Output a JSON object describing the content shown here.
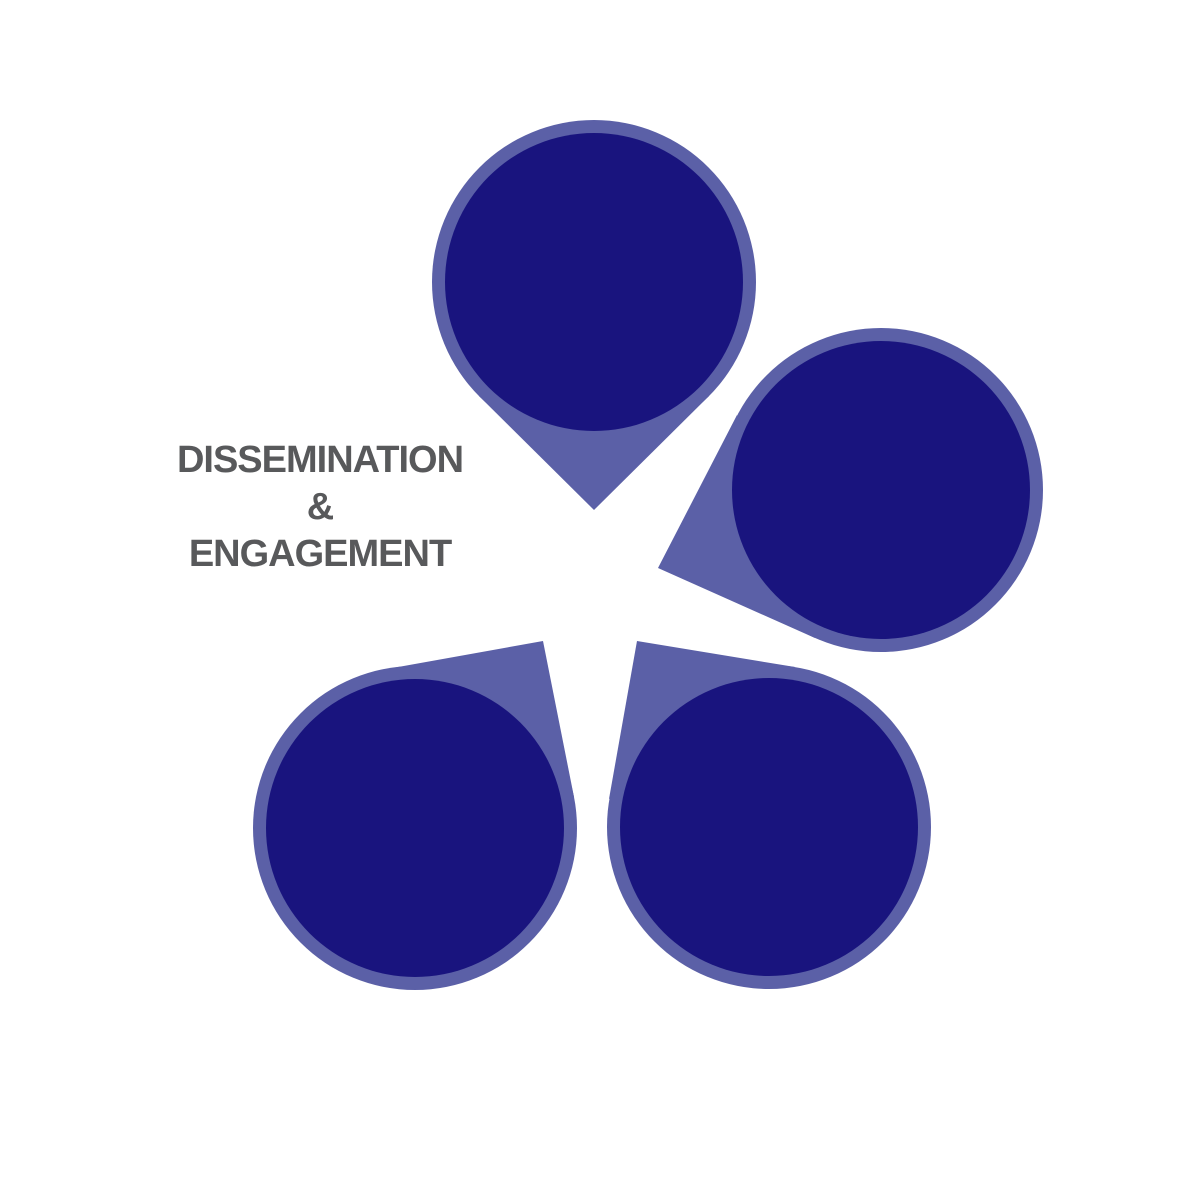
{
  "figure": {
    "type": "petal-pinwheel-diagram",
    "petal_count": 4,
    "label": {
      "line1": "DISSEMINATION",
      "line2": "&",
      "line3": "ENGAGEMENT"
    },
    "colors": {
      "petal_core": "#19147e",
      "petal_tail": "#5b60a7",
      "label_text": "#58595b",
      "background": "#ffffff"
    },
    "petals": [
      {
        "name": "top"
      },
      {
        "name": "right"
      },
      {
        "name": "bottom-right"
      },
      {
        "name": "bottom-left"
      }
    ]
  }
}
